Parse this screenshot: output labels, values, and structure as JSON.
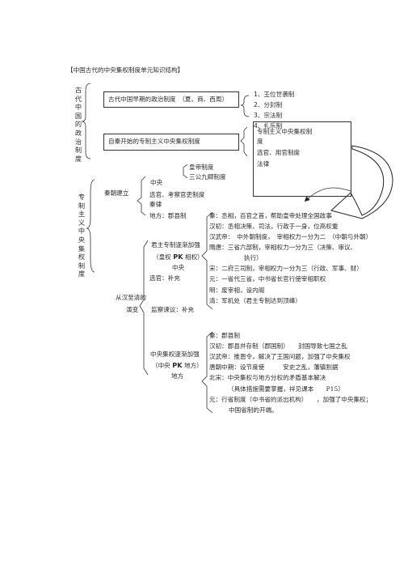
{
  "title": "【中国古代的中央集权制度单元知识结构】",
  "section1": {
    "label": "古代中国的政治制度",
    "early_box": "古代中国早期的政治制度　（夏、商、西周）",
    "autocracy_box": "自秦开始的专制主义中央集权制度"
  },
  "early_list": [
    "1、王位世袭制",
    "2、分封制",
    "3、宗法制",
    "4、礼乐制"
  ],
  "autocracy_notes": [
    "专制主义中央集权制",
    "度",
    "选官、用官制度",
    "法律"
  ],
  "section2": {
    "label": "专制主义中央集权制度",
    "qin": {
      "label": "秦朝建立",
      "central": "中央",
      "emperor": "皇帝制度",
      "sangong": "三公九卿制度",
      "officials": "选官、考察官吏制度",
      "law": "秦律",
      "local": "地方：郡县制"
    },
    "evolution": {
      "label_line1": "从汉至清的",
      "label_line2": "演变",
      "jun": {
        "line1": "君主专制逐渐加强",
        "line2_a": "（皇权",
        "line2_pk": "PK",
        "line2_b": "相权）",
        "central": "中央"
      },
      "xuanguan": "选官：补充",
      "jiancha": "监察谏议：补充",
      "zhongyang": {
        "line1": "中央集权逐渐加强",
        "line2_a": "（中央",
        "line2_pk": "PK",
        "line2_b": "地方）",
        "local": "地方"
      }
    }
  },
  "central_notes": [
    "秦：丞相，百官之首，帮助皇帝处理全国政事",
    "汉初：丞相决策、司法，行政于一身，位高权重",
    "汉武帝：　中外朝制度，　宰相权力一分为二　（中朝与外朝）",
    "隋唐：三省六部制，宰相权力一分为三（决策、审议、",
    "执行）",
    "宋：二府三司制，宰相权力一分为三（行政、军事、财）",
    "元：一省代三省，中书省长官行使宰相职权",
    "明：废宰相，设内阁",
    "清：军机处（君主专制达到顶峰）"
  ],
  "local_notes": [
    "秦：郡县制",
    "汉初：郡县并存制（郡国制）　　封国导致七国之乱",
    "汉武帝：推恩令，解决了王国问题，加强了中央集权",
    "唐朝中期：设节度使　　　安史之乱，藩镇割据",
    "北宋：中央集权与地方分权的矛盾基本解决",
    "（具体措施需要掌握，祥见课本　　P15）",
    "元：行省制度（中书省的派出机构）　　，加强了中央集权；",
    "中国省制的开端。"
  ]
}
